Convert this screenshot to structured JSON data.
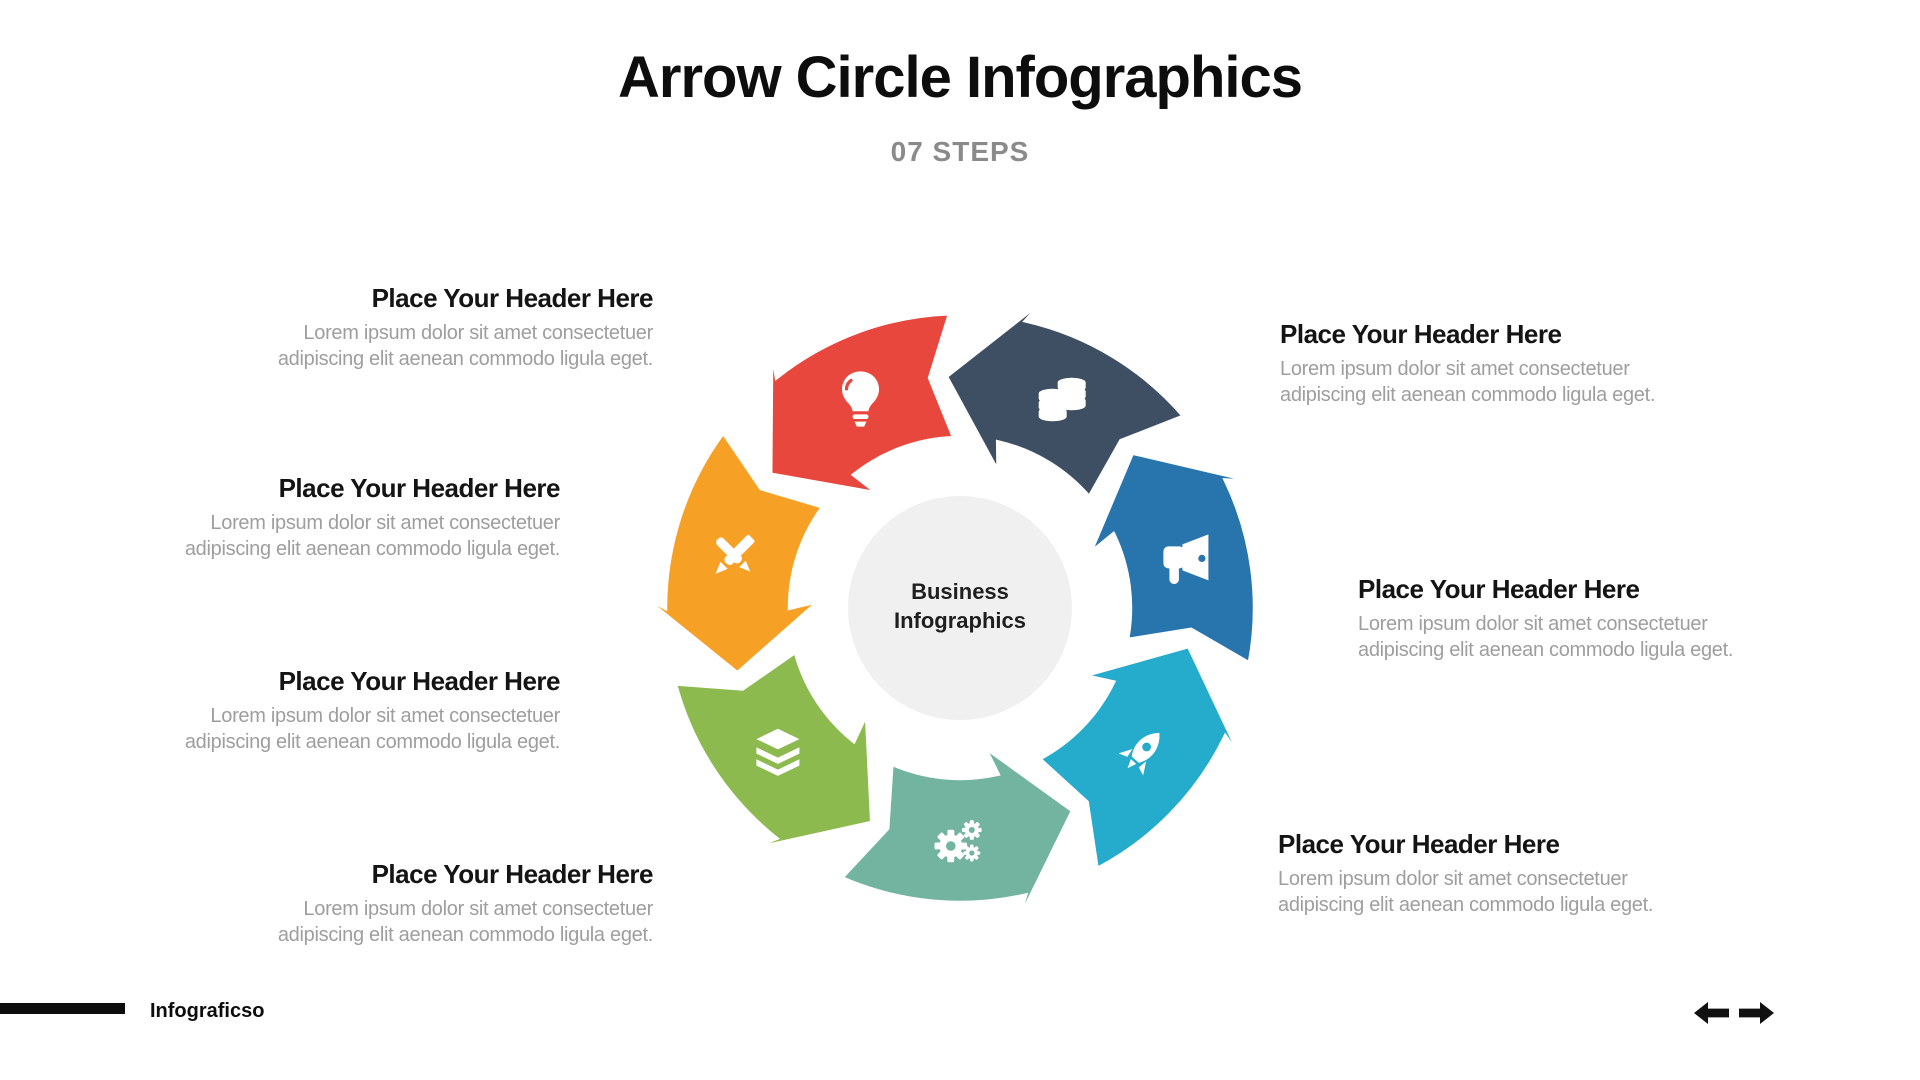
{
  "slide": {
    "title": "Arrow Circle Infographics",
    "subtitle": "07 STEPS"
  },
  "diagram": {
    "center": {
      "line1": "Business",
      "line2": "Infographics",
      "bg_color": "#F0F0F0",
      "text_color": "#1F1F1F"
    },
    "flow": "counterclockwise",
    "steps_count": 7,
    "segments": [
      {
        "icon": "coins-icon",
        "color": "#3E4F63",
        "angle": 26
      },
      {
        "icon": "megaphone-icon",
        "color": "#2874AD",
        "angle": 77.4
      },
      {
        "icon": "rocket-icon",
        "color": "#25ABCB",
        "angle": 128.9
      },
      {
        "icon": "gears-icon",
        "color": "#72B4A0",
        "angle": 180.3
      },
      {
        "icon": "layers-icon",
        "color": "#8CBA4F",
        "angle": 231.7
      },
      {
        "icon": "crossed-pencil-pen-icon",
        "color": "#F6A125",
        "angle": 283.1
      },
      {
        "icon": "lightbulb-icon",
        "color": "#E8473D",
        "angle": 334.6
      }
    ]
  },
  "blocks": {
    "left": [
      {
        "title": "Place Your Header Here",
        "lines": [
          "Lorem ipsum dolor sit amet consectetuer",
          "adipiscing elit aenean commodo ligula eget."
        ]
      },
      {
        "title": "Place Your Header Here",
        "lines": [
          "Lorem ipsum dolor sit amet consectetuer",
          "adipiscing elit aenean commodo ligula eget."
        ]
      },
      {
        "title": "Place Your Header Here",
        "lines": [
          "Lorem ipsum dolor sit amet consectetuer",
          "adipiscing elit aenean commodo ligula eget."
        ]
      },
      {
        "title": "Place Your Header Here",
        "lines": [
          "Lorem ipsum dolor sit amet consectetuer",
          "adipiscing elit aenean commodo ligula eget."
        ]
      }
    ],
    "right": [
      {
        "title": "Place Your Header Here",
        "lines": [
          "Lorem ipsum dolor sit amet consectetuer",
          "adipiscing elit aenean commodo ligula eget."
        ]
      },
      {
        "title": "Place Your Header Here",
        "lines": [
          "Lorem ipsum dolor sit amet consectetuer",
          "adipiscing elit aenean commodo ligula eget."
        ]
      },
      {
        "title": "Place Your Header Here",
        "lines": [
          "Lorem ipsum dolor sit amet consectetuer",
          "adipiscing elit aenean commodo ligula eget."
        ]
      }
    ]
  },
  "footer": {
    "brand": "Infograficso",
    "nav_color": "#111111"
  }
}
